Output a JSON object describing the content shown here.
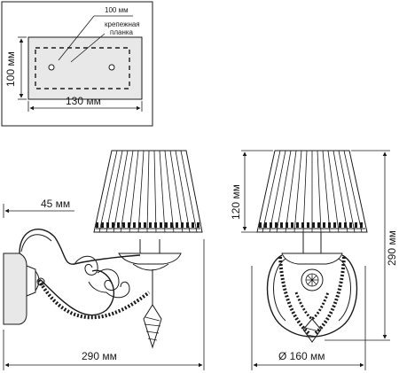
{
  "mount_plate": {
    "hole_spacing_label": "100 мм",
    "plate_label_line1": "крепежная",
    "plate_label_line2": "планка",
    "height_label": "100 мм",
    "width_label": "130 мм"
  },
  "side_view": {
    "projection_label": "45 мм",
    "width_label": "290 мм"
  },
  "front_view": {
    "shade_height_label": "120 мм",
    "total_height_label": "290 мм",
    "diameter_label": "Ø 160 мм"
  },
  "colors": {
    "ink": "#1a1a1a",
    "panel_fill": "#e8e8e8"
  }
}
